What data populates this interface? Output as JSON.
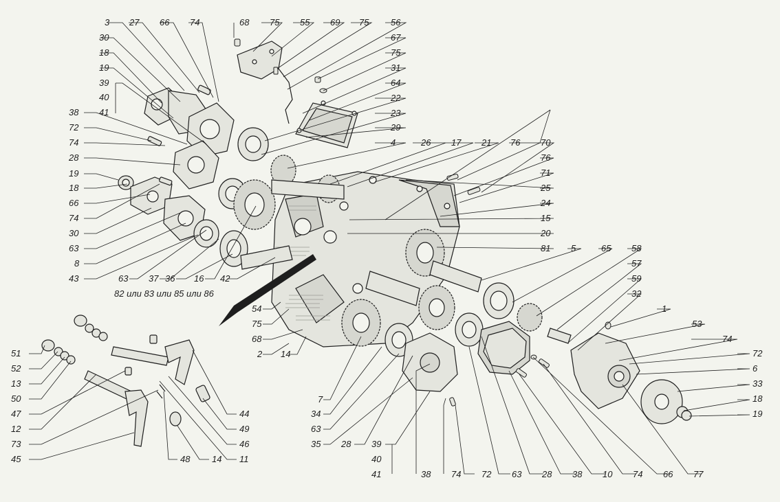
{
  "diagram": {
    "labels": {
      "l3": "3",
      "l27a": "27",
      "l66a": "66",
      "l74a": "74",
      "l68a": "68",
      "l75a": "75",
      "l55": "55",
      "l69": "69",
      "l75b": "75",
      "l56": "56",
      "l67": "67",
      "l75c": "75",
      "l31": "31",
      "l64": "64",
      "l22": "22",
      "l23": "23",
      "l29": "29",
      "l4": "4",
      "l26": "26",
      "l17": "17",
      "l21": "21",
      "l76a": "76",
      "l70": "70",
      "l76b": "76",
      "l71": "71",
      "l25": "25",
      "l24": "24",
      "l15": "15",
      "l20": "20",
      "l81": "81",
      "l5": "5",
      "l65": "65",
      "l58": "58",
      "l57": "57",
      "l59": "59",
      "l32": "32",
      "l1": "1",
      "l53": "53",
      "l74b": "74",
      "l72a": "72",
      "l6": "6",
      "l33": "33",
      "l18a": "18",
      "l19a": "19",
      "l30a": "30",
      "l18b": "18",
      "l19b": "19",
      "l39a": "39",
      "l40a": "40",
      "l41a": "41",
      "l38a": "38",
      "l72b": "72",
      "l74c": "74",
      "l28a": "28",
      "l19c": "19",
      "l18c": "18",
      "l66b": "66",
      "l74d": "74",
      "l30b": "30",
      "l63a": "63",
      "l8": "8",
      "l43": "43",
      "l63b": "63",
      "l37": "37",
      "l36": "36",
      "l16": "16",
      "l42": "42",
      "variant": "82 или 83 или 85 или 86",
      "l54": "54",
      "l75d": "75",
      "l68b": "68",
      "l2": "2",
      "l14a": "14",
      "l51": "51",
      "l52": "52",
      "l13": "13",
      "l50": "50",
      "l47": "47",
      "l12": "12",
      "l73": "73",
      "l45": "45",
      "l44": "44",
      "l49": "49",
      "l46": "46",
      "l11": "11",
      "l14b": "14",
      "l48": "48",
      "l7": "7",
      "l34": "34",
      "l63c": "63",
      "l35": "35",
      "l28b": "28",
      "l39b": "39",
      "l40b": "40",
      "l41b": "41",
      "l38b": "38",
      "l74e": "74",
      "l72c": "72",
      "l63d": "63",
      "l28c": "28",
      "l38c": "38",
      "l10": "10",
      "l74f": "74",
      "l66c": "66",
      "l77": "77"
    },
    "colors": {
      "ink": "#1e1e1e",
      "background": "#f3f4ee",
      "part_fill": "#e4e5de",
      "shade": "#9a9b94"
    }
  }
}
